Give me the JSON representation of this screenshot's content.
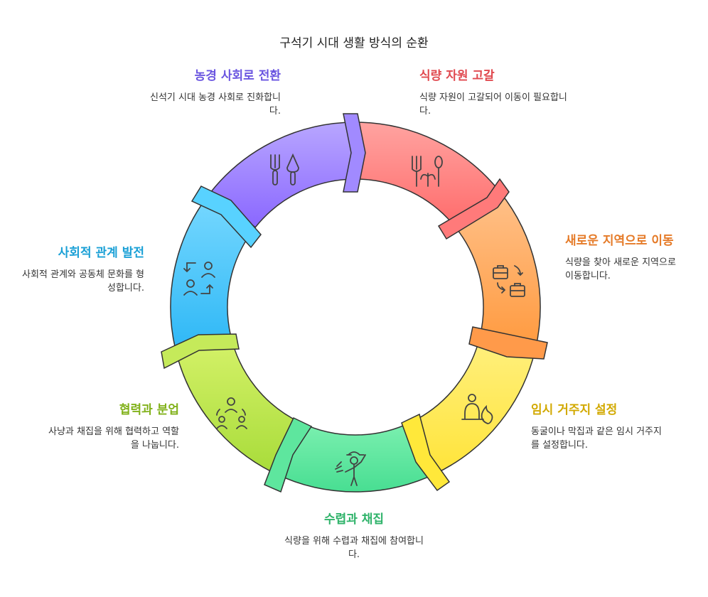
{
  "title": "구석기 시대 생활 방식의 순환",
  "stages": [
    {
      "heading": "식량 자원 고갈",
      "desc": "식량 자원이 고갈되어 이동이 필요합니다.",
      "color": "#e0494f",
      "icon": "fork-plant-spoon-icon"
    },
    {
      "heading": "새로운 지역으로 이동",
      "desc": "식량을 찾아 새로운 지역으로 이동합니다.",
      "color": "#e57a27",
      "icon": "briefcase-swap-icon"
    },
    {
      "heading": "임시 거주지 설정",
      "desc": "동굴이나 막집과 같은 임시 거주지를 설정합니다.",
      "color": "#d2a900",
      "icon": "person-fire-icon"
    },
    {
      "heading": "수렵과 채집",
      "desc": "식량을 위해 수렵과 채집에 참여합니다.",
      "color": "#2fb36a",
      "icon": "hunter-gatherer-icon"
    },
    {
      "heading": "협력과 분업",
      "desc": "사냥과 채집을 위해 협력하고 역할을 나눕니다.",
      "color": "#82b21c",
      "icon": "team-cooperation-icon"
    },
    {
      "heading": "사회적 관계 발전",
      "desc": "사회적 관계와 공동체 문화를 형성합니다.",
      "color": "#1aa0d6",
      "icon": "people-exchange-icon"
    },
    {
      "heading": "농경 사회로 전환",
      "desc": "신석기 시대 농경 사회로 진화합니다.",
      "color": "#6a55e0",
      "icon": "fork-shovel-icon"
    }
  ]
}
